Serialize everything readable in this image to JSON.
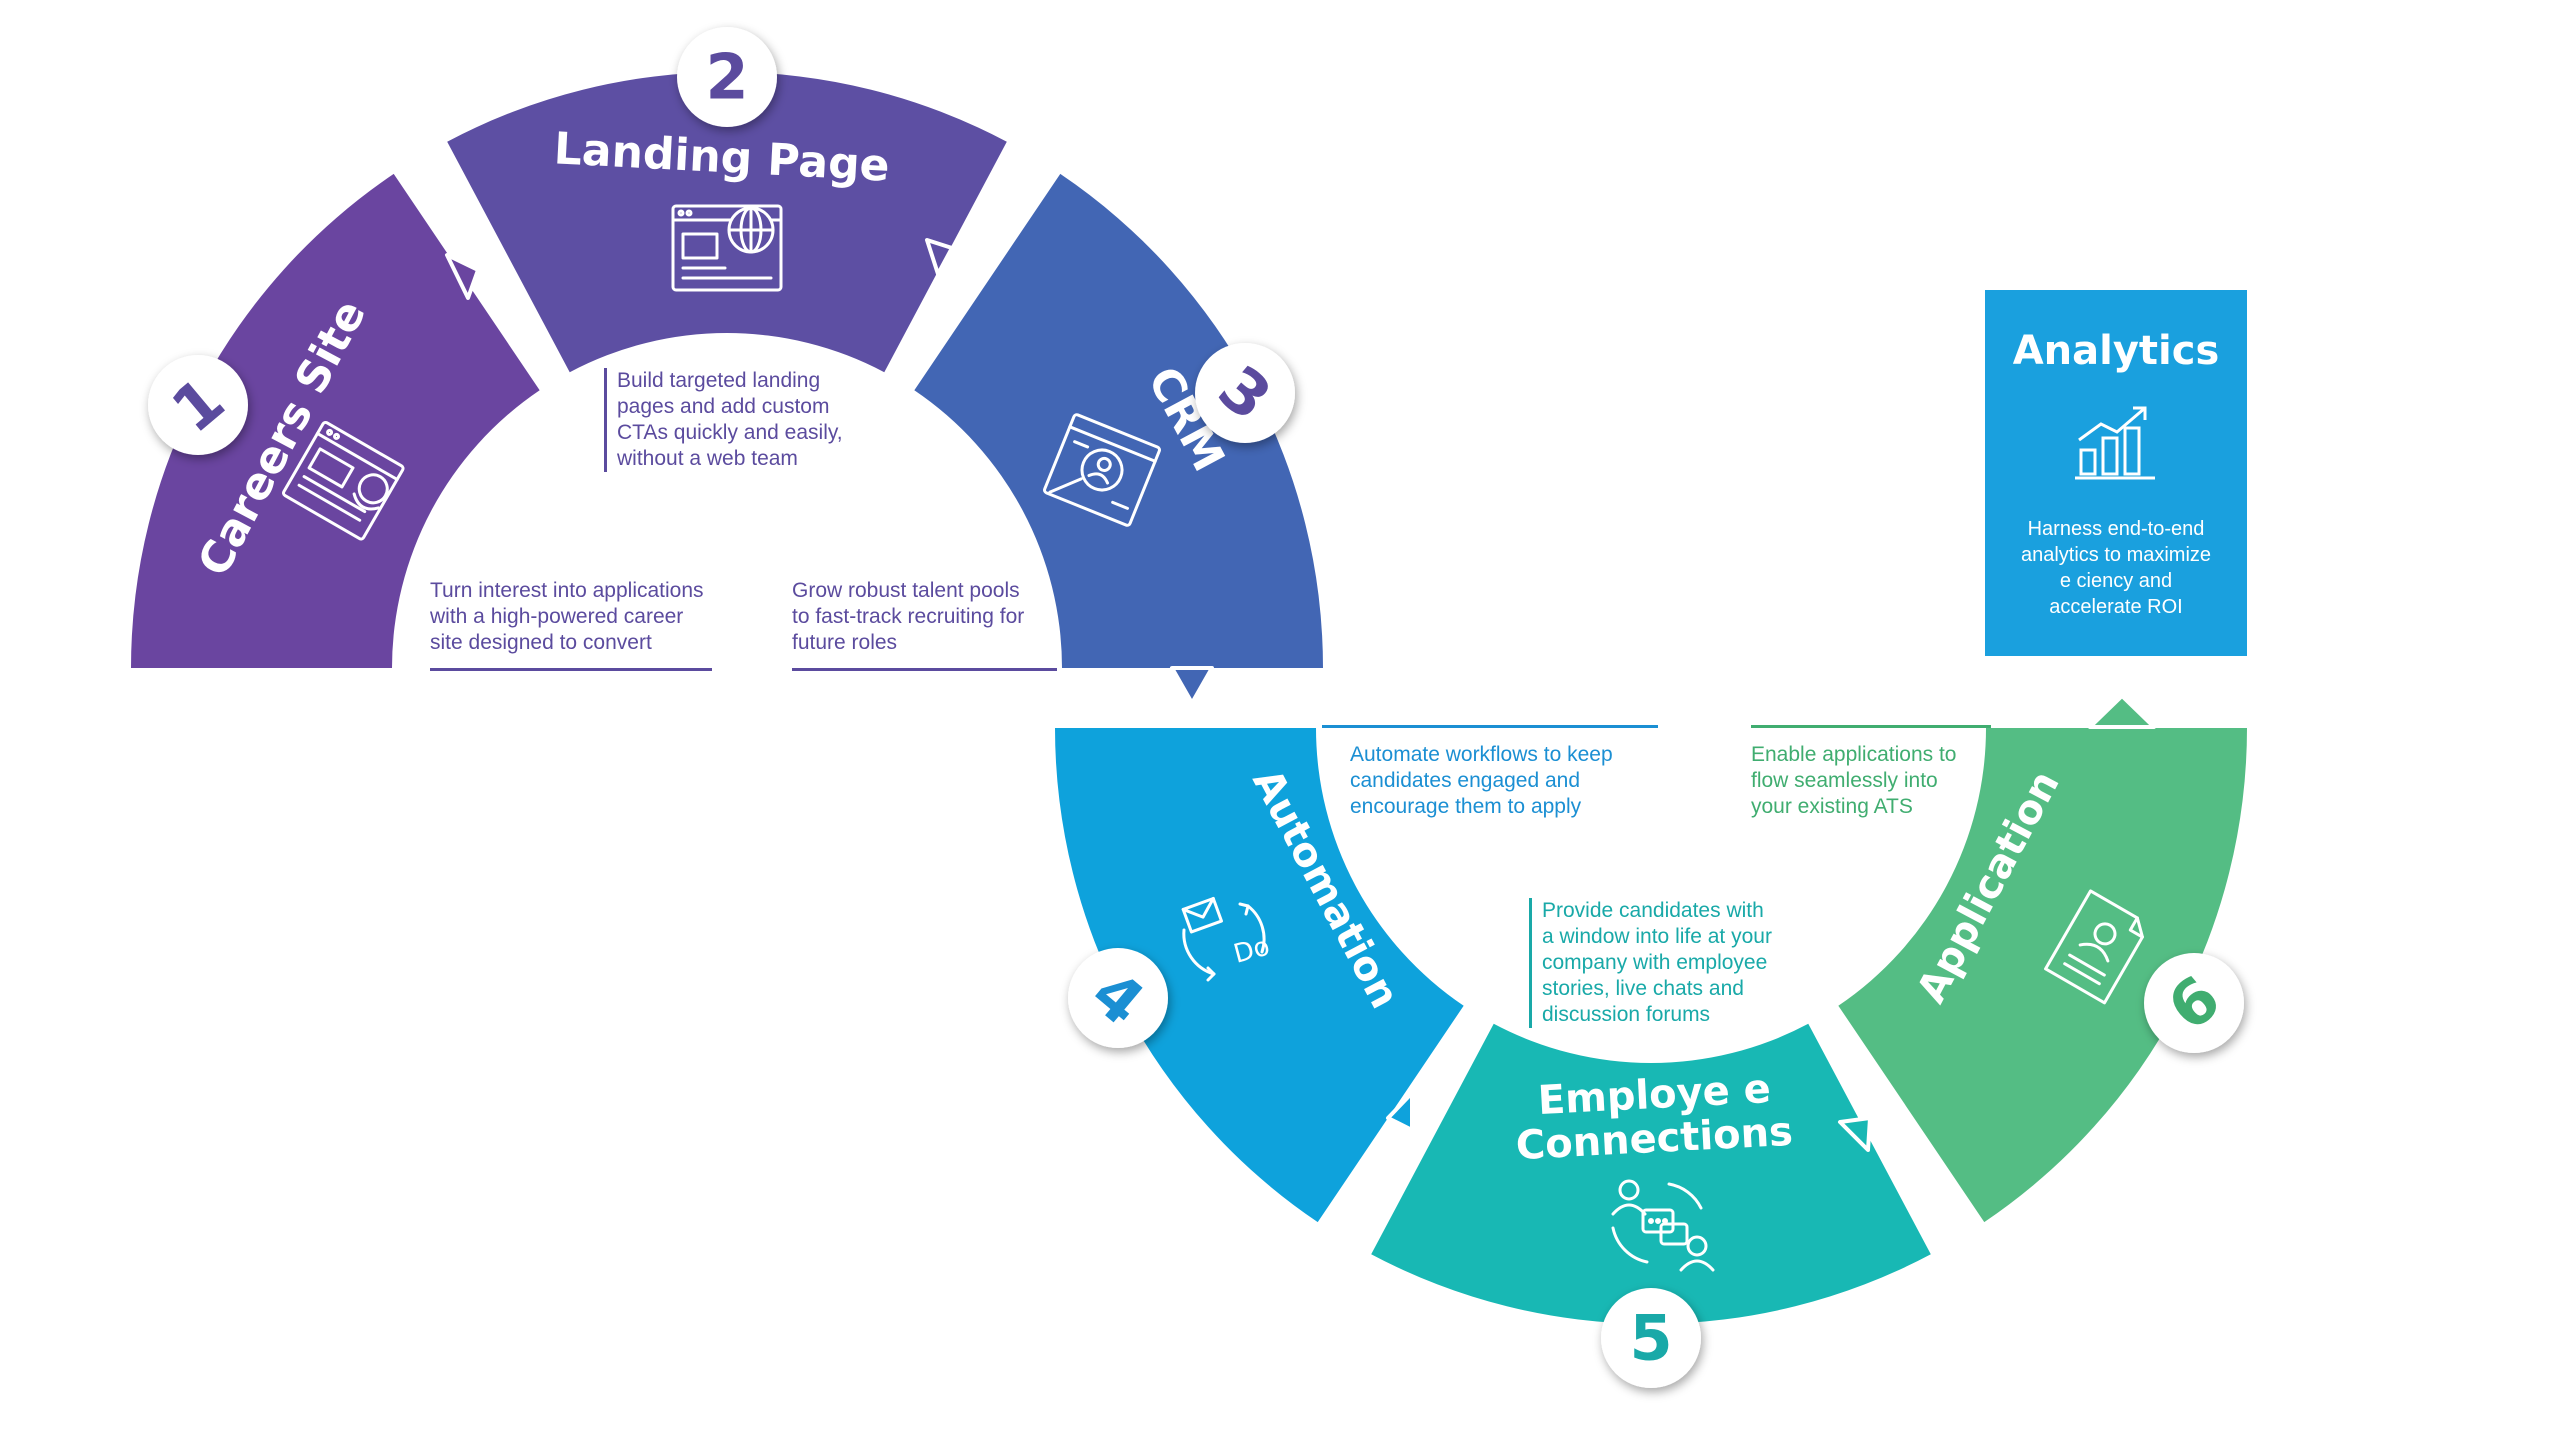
{
  "colors": {
    "careers": "#6a45a0",
    "landing": "#5d4fa3",
    "crm": "#4266b4",
    "automation": "#0ea2dc",
    "employee": "#18b8b4",
    "application": "#54bd84",
    "analytics": "#1aa0de",
    "purple_text": "#5b4b9e",
    "blue_text": "#1b8fd3",
    "teal_text": "#19a9a8",
    "green_text": "#40ad70"
  },
  "steps": [
    {
      "number": "1",
      "title": "Careers Site",
      "icon": "careers-site-icon",
      "description": [
        "Turn interest into applications",
        "with a high-powered career",
        "site designed to convert"
      ]
    },
    {
      "number": "2",
      "title": "Landing Page",
      "icon": "landing-page-icon",
      "description": [
        "Build targeted landing",
        "pages and add custom",
        "CTAs quickly and easily,",
        "without a web team"
      ]
    },
    {
      "number": "3",
      "title": "CRM",
      "icon": "crm-icon",
      "description": [
        "Grow robust talent pools",
        "to fast-track recruiting for",
        "future roles"
      ]
    },
    {
      "number": "4",
      "title": "Automation",
      "icon": "automation-icon",
      "description": [
        "Automate workflows to keep",
        "candidates engaged and",
        "encourage them to apply"
      ]
    },
    {
      "number": "5",
      "title_line1": "Employe e",
      "title_line2": "Connections",
      "icon": "employee-connections-icon",
      "description": [
        "Provide candidates with",
        "a window into life at your",
        "company with employee",
        "stories, live chats and",
        "discussion forums"
      ]
    },
    {
      "number": "6",
      "title": "Application",
      "icon": "application-icon",
      "description": [
        "Enable applications to",
        "flow seamlessly into",
        "your existing ATS"
      ]
    }
  ],
  "analytics": {
    "title": "Analytics",
    "icon": "analytics-chart-icon",
    "description": "Harness end-to-end\nanalytics to maximize\ne ciency and\naccelerate ROI"
  }
}
